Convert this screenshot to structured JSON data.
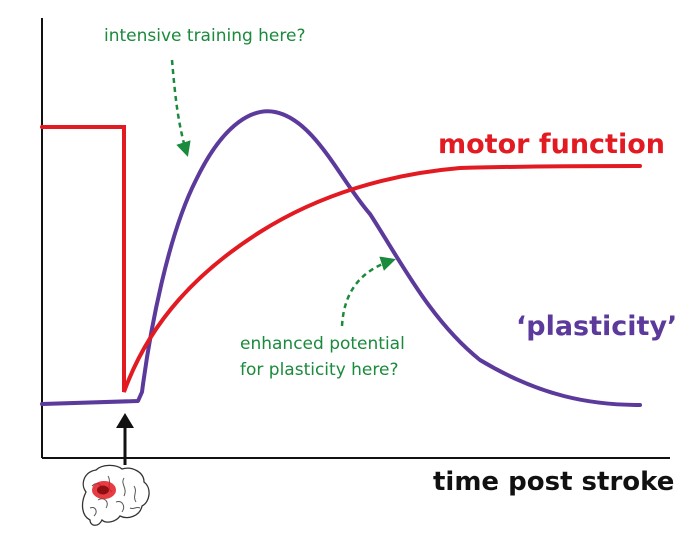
{
  "labels": {
    "intensive_training": "intensive training here?",
    "enhanced_line1": "enhanced potential",
    "enhanced_line2": "for plasticity here?",
    "motor_function": "motor function",
    "plasticity": "‘plasticity’",
    "x_axis": "time post stroke"
  },
  "icons": {
    "stroke_marker": "brain-icon"
  },
  "colors": {
    "motor_function": "#e21b23",
    "plasticity": "#5b3a9c",
    "annotation": "#1a8a3c",
    "axis": "#111111",
    "lesion": "#c4161c"
  }
}
